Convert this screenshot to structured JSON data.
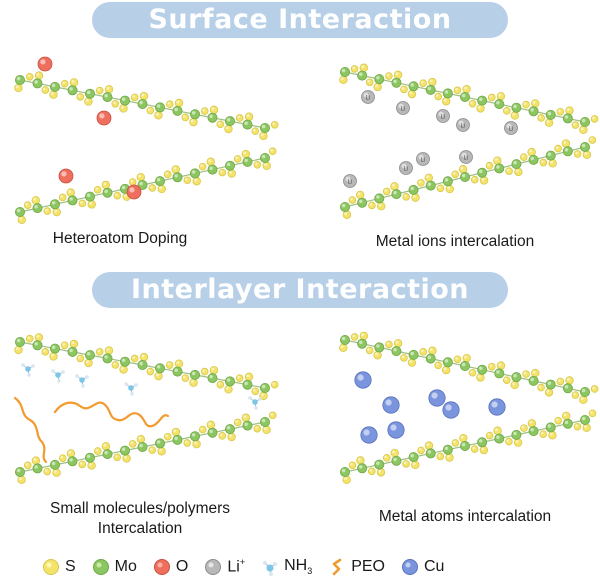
{
  "headers": {
    "surface": "Surface Interaction",
    "interlayer": "Interlayer Interaction"
  },
  "captions": {
    "doping": "Heteroatom Doping",
    "ions": "Metal ions intercalation",
    "molecules_line1": "Small molecules/polymers",
    "molecules_line2": "Intercalation",
    "atoms": "Metal atoms intercalation"
  },
  "li_label": "Li",
  "legend": {
    "s": "S",
    "mo": "Mo",
    "o": "O",
    "li": "Li",
    "li_sup": "+",
    "nh3": "NH",
    "nh3_sub": "3",
    "peo": "PEO",
    "cu": "Cu"
  },
  "colors": {
    "banner": "#b7d0e8",
    "sulfur": "#f3e36a",
    "molybdenum": "#8cc660",
    "oxygen": "#ef6f5e",
    "lithium": "#b8b8b8",
    "nh3": "#7cc7e6",
    "peo": "#f29a2e",
    "copper": "#7a95dd"
  }
}
